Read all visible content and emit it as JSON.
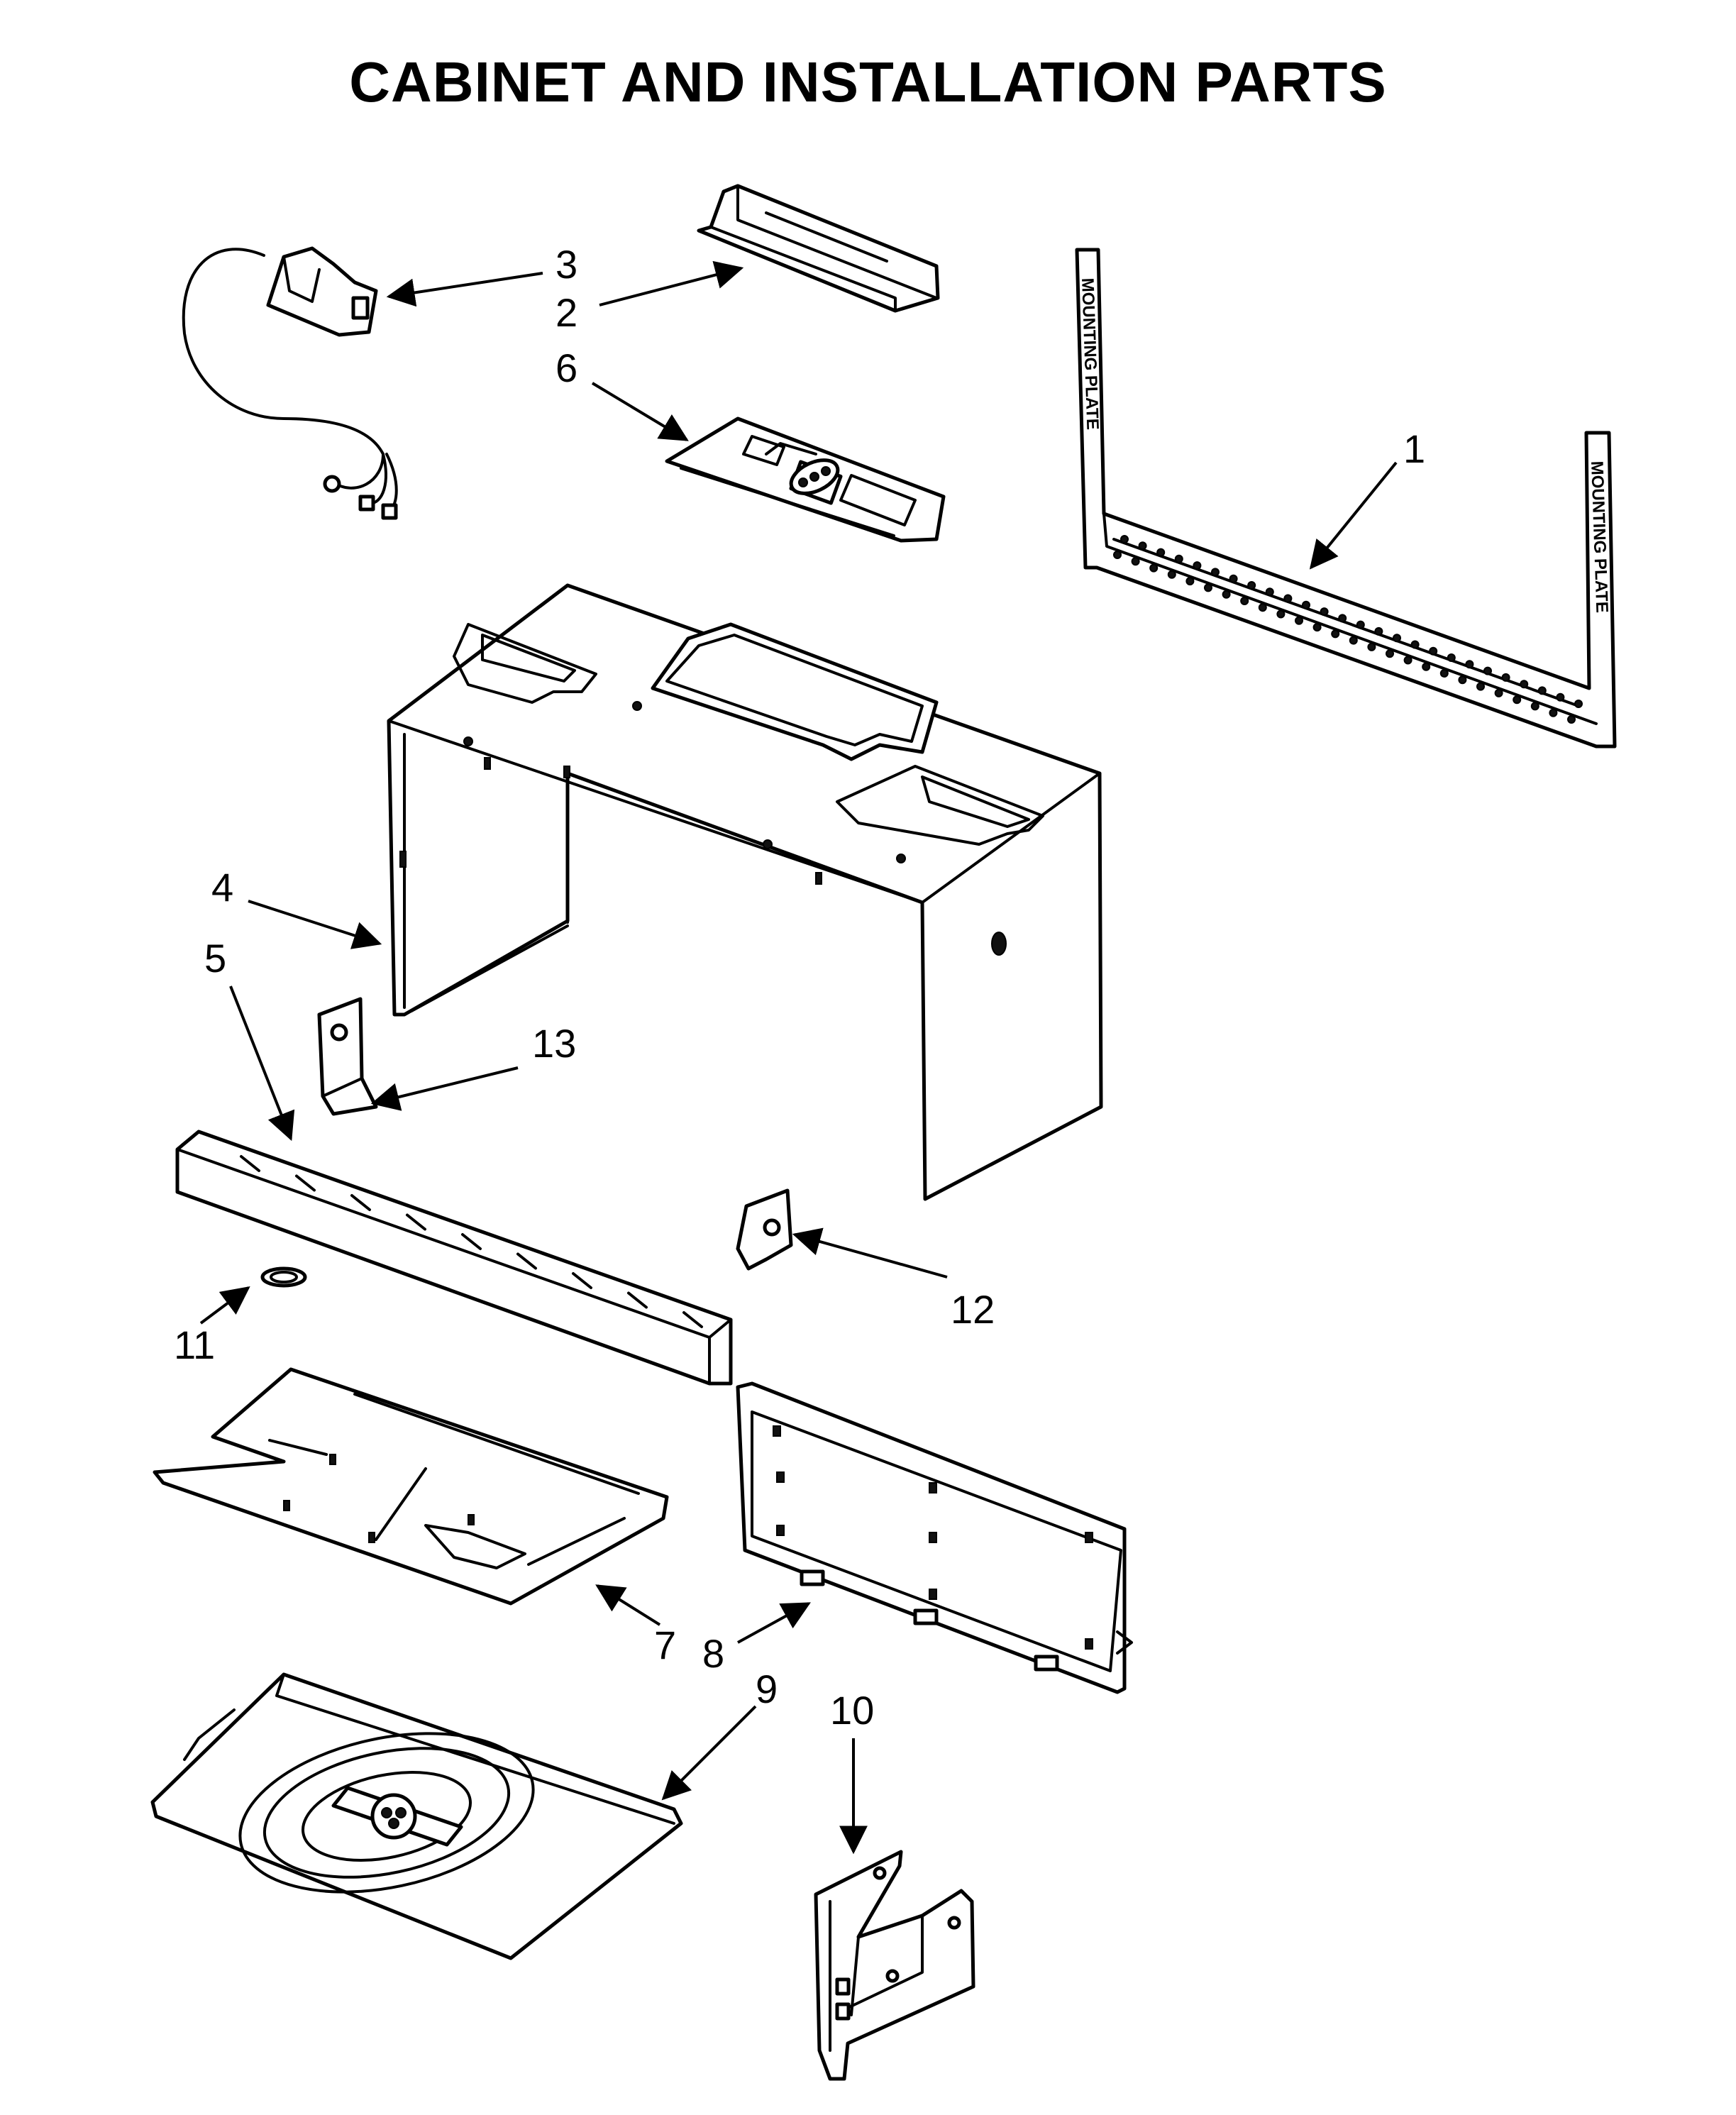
{
  "title": "CABINET AND INSTALLATION PARTS",
  "plate_label": "MOUNTING PLATE",
  "callouts": {
    "p1": "1",
    "p2": "2",
    "p3": "3",
    "p4": "4",
    "p5": "5",
    "p6": "6",
    "p7": "7",
    "p8": "8",
    "p9": "9",
    "p10": "10",
    "p11": "11",
    "p12": "12",
    "p13": "13"
  }
}
